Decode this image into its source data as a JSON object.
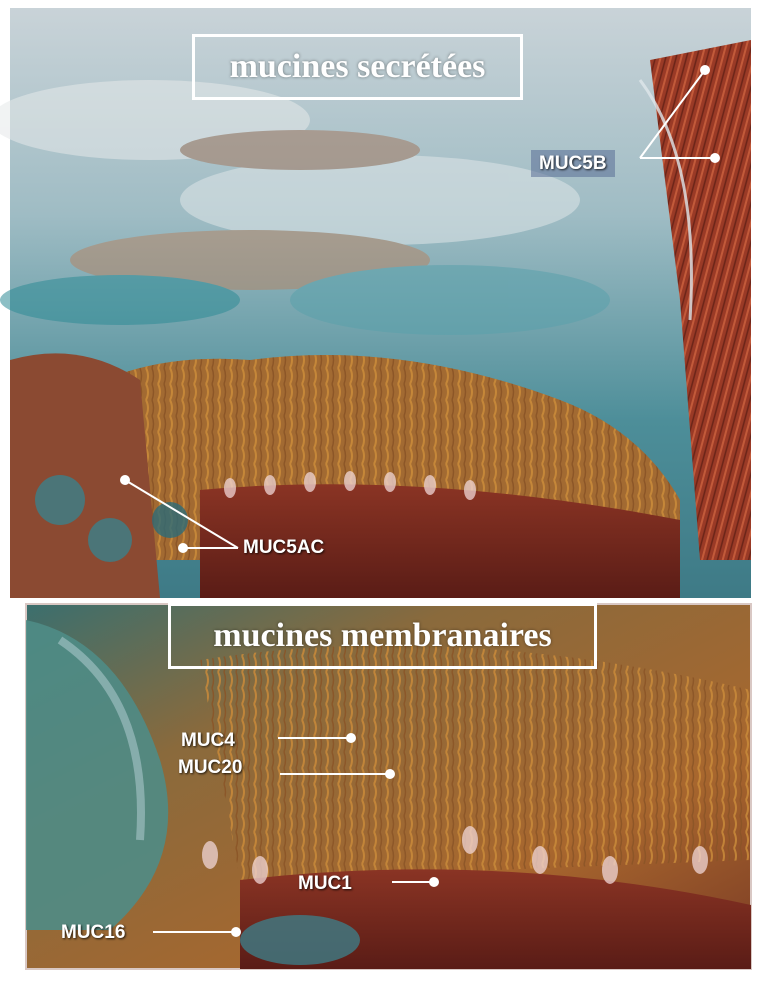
{
  "titles": {
    "secreted": "mucines secrétées",
    "membrane": "mucines membranaires"
  },
  "labels": {
    "muc5b": "MUC5B",
    "muc5ac": "MUC5AC",
    "muc4": "MUC4",
    "muc20": "MUC20",
    "muc1": "MUC1",
    "muc16": "MUC16"
  },
  "colors": {
    "mucus_blue": "#6fa3b0",
    "tissue_red": "#7a2a1f",
    "cilia_orange": "#b8742e",
    "label_white": "#ffffff"
  }
}
